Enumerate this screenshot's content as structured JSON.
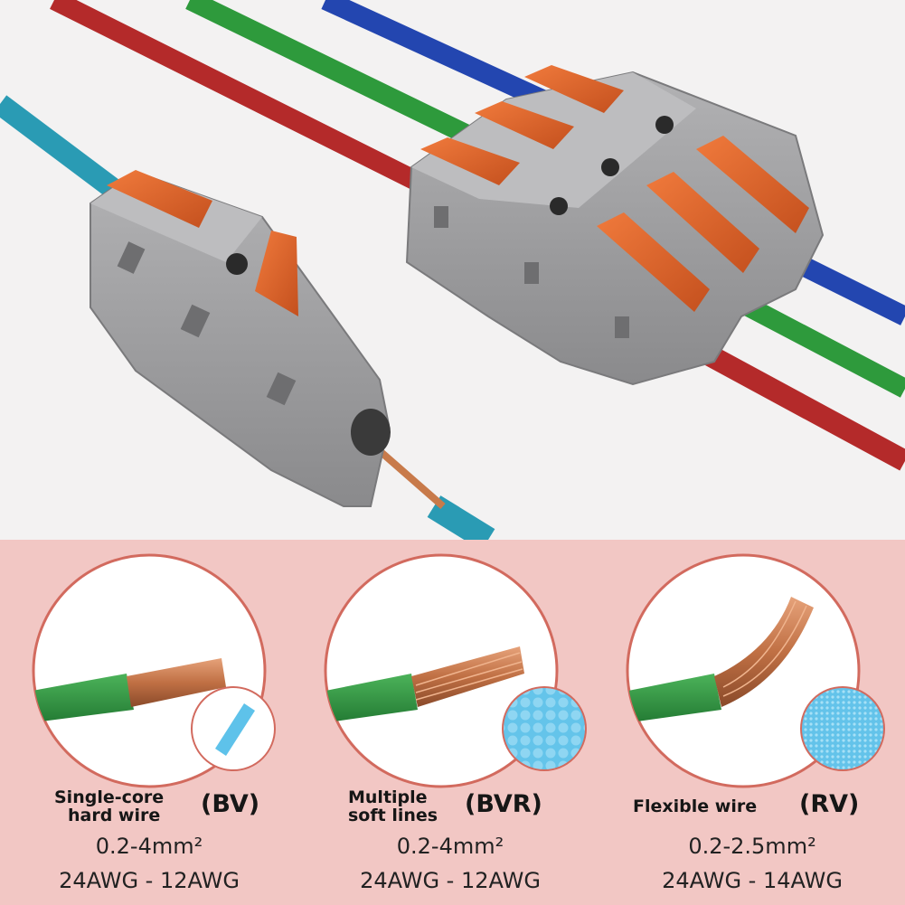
{
  "panels": [
    {
      "name_line1": "Single-core",
      "name_line2": "hard wire",
      "code": "(BV)",
      "section": "0.2-4mm²",
      "awg": "24AWG - 12AWG"
    },
    {
      "name_line1": "Multiple",
      "name_line2": "soft lines",
      "code": "(BVR)",
      "section": "0.2-4mm²",
      "awg": "24AWG - 12AWG"
    },
    {
      "name_line1": "Flexible wire",
      "name_line2": "",
      "code": "(RV)",
      "section": "0.2-2.5mm²",
      "awg": "24AWG - 14AWG"
    }
  ],
  "colors": {
    "background_top": "#f3f2f2",
    "background_bottom": "#f2c7c4",
    "connector_body": "#9a9a9c",
    "lever": "#e0662e",
    "wire_red": "#b42a2a",
    "wire_green": "#2e9a3c",
    "wire_blue": "#2346b0",
    "wire_teal": "#2a9bb4",
    "copper": "#c87a4a",
    "insulation_green": "#2f9a45",
    "cross_section_blue": "#5ec2ea"
  }
}
